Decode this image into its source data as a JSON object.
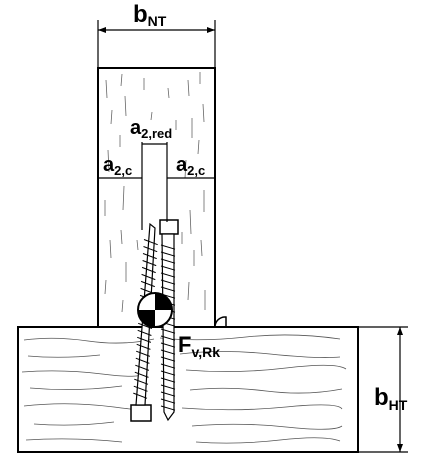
{
  "labels": {
    "b_nt": {
      "main": "b",
      "sub": "NT"
    },
    "a2_red": {
      "main": "a",
      "sub": "2,red"
    },
    "a2_c_left": {
      "main": "a",
      "sub": "2,c"
    },
    "a2_c_right": {
      "main": "a",
      "sub": "2,c"
    },
    "f_vrk": {
      "main": "F",
      "sub": "v,Rk"
    },
    "b_ht": {
      "main": "b",
      "sub": "HT"
    }
  },
  "colors": {
    "stroke": "#000000",
    "background": "#ffffff",
    "grain": "#555555"
  },
  "icons": {
    "force_marker": "center-of-gravity-icon"
  }
}
